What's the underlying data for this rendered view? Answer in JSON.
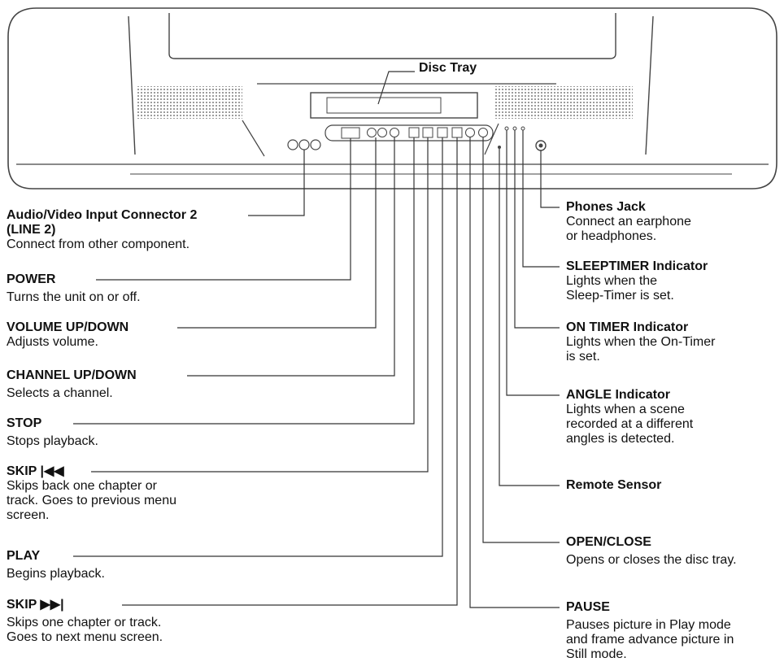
{
  "disc_tray": "Disc Tray",
  "left": [
    {
      "title": "Audio/Video Input Connector 2\n(LINE 2)",
      "desc": "Connect from other component."
    },
    {
      "title": "POWER",
      "desc": "Turns the unit on or off."
    },
    {
      "title": "VOLUME UP/DOWN",
      "desc": "Adjusts volume."
    },
    {
      "title": "CHANNEL UP/DOWN",
      "desc": "Selects a channel."
    },
    {
      "title": "STOP",
      "desc": "Stops playback."
    },
    {
      "title": "SKIP |◀◀",
      "desc": "Skips back one chapter or\ntrack. Goes to previous menu\nscreen."
    },
    {
      "title": "PLAY",
      "desc": "Begins playback."
    },
    {
      "title": "SKIP ▶▶|",
      "desc": "Skips one chapter or track.\nGoes to next menu screen."
    }
  ],
  "right": [
    {
      "title": "Phones Jack",
      "desc": "Connect an earphone\nor headphones."
    },
    {
      "title": "SLEEPTIMER Indicator",
      "desc": "Lights when the\nSleep-Timer is set."
    },
    {
      "title": "ON TIMER Indicator",
      "desc": "Lights when the On-Timer\nis set."
    },
    {
      "title": "ANGLE Indicator",
      "desc": "Lights when a scene\nrecorded at a different\nangles is detected."
    },
    {
      "title": "Remote Sensor",
      "desc": ""
    },
    {
      "title": "OPEN/CLOSE",
      "desc": "Opens or closes the disc tray."
    },
    {
      "title": "PAUSE",
      "desc": "Pauses picture in Play mode\nand frame advance picture in\nStill mode."
    }
  ]
}
